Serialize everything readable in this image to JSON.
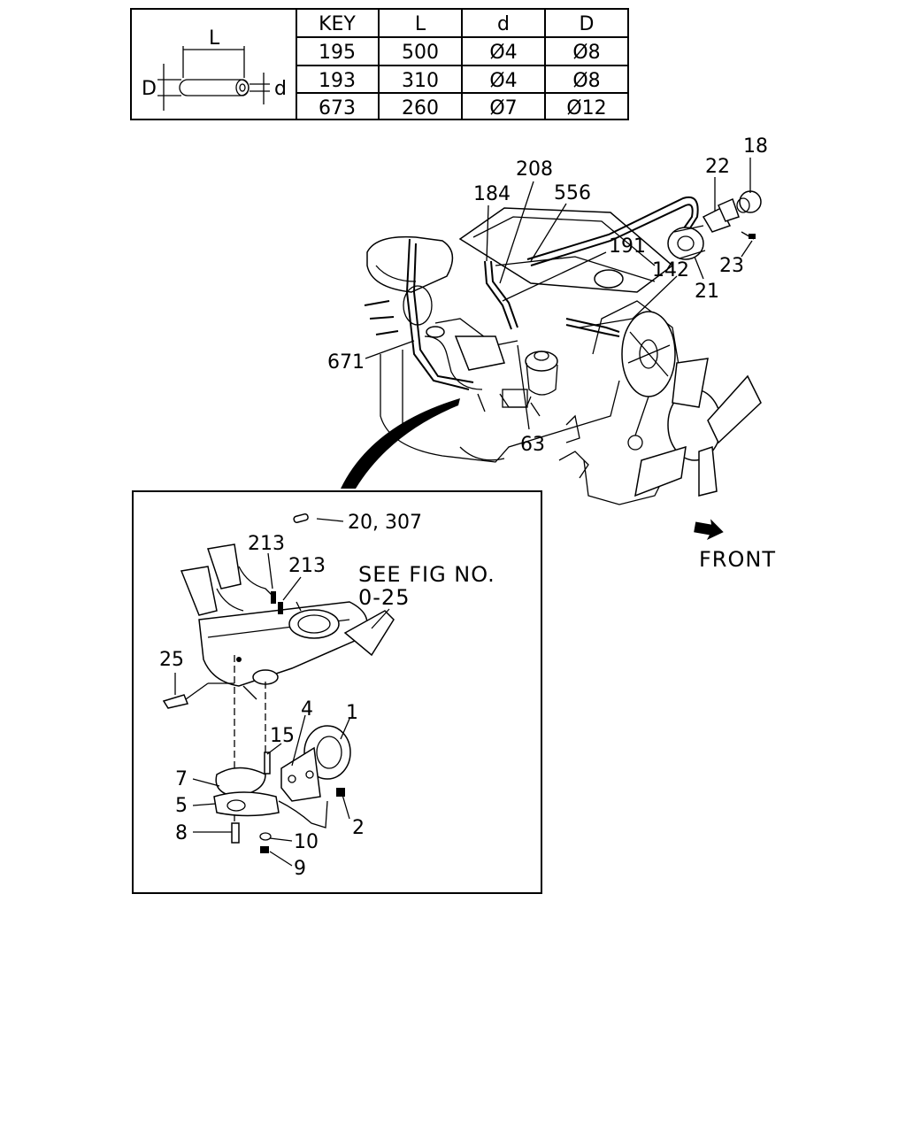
{
  "hose_table": {
    "headers": [
      "KEY",
      "L",
      "d",
      "D"
    ],
    "rows": [
      [
        "195",
        "500",
        "Ø4",
        "Ø8"
      ],
      [
        "193",
        "310",
        "Ø4",
        "Ø8"
      ],
      [
        "673",
        "260",
        "Ø7",
        "Ø12"
      ]
    ],
    "dim_labels": {
      "length": "L",
      "outer": "D",
      "inner": "d"
    }
  },
  "callouts_top": [
    "18",
    "22",
    "208",
    "184",
    "556",
    "191",
    "142",
    "23",
    "21",
    "671",
    "63"
  ],
  "callouts_detail": [
    "20, 307",
    "213",
    "213",
    "25",
    "4",
    "1",
    "15",
    "7",
    "5",
    "8",
    "10",
    "2",
    "9"
  ],
  "see_fig": {
    "line1": "SEE FIG NO.",
    "line2": "0-25"
  },
  "front_label": "FRONT"
}
